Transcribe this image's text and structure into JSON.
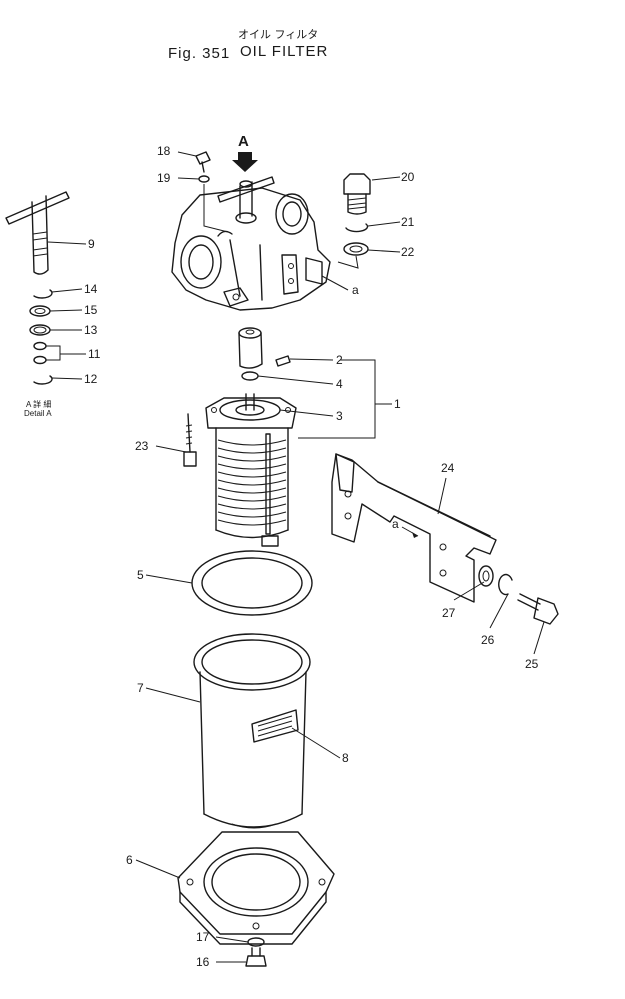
{
  "title": {
    "japanese": "オイル フィルタ",
    "fig": "Fig. 351",
    "english": "OIL FILTER"
  },
  "view_marker": "A",
  "detail": {
    "japanese": "A 詳 細",
    "english": "Detail A"
  },
  "ref_a": "a",
  "callouts": [
    "1",
    "2",
    "3",
    "4",
    "5",
    "6",
    "7",
    "8",
    "9",
    "11",
    "12",
    "13",
    "14",
    "15",
    "16",
    "17",
    "18",
    "19",
    "20",
    "21",
    "22",
    "23",
    "24",
    "25",
    "26",
    "27"
  ]
}
